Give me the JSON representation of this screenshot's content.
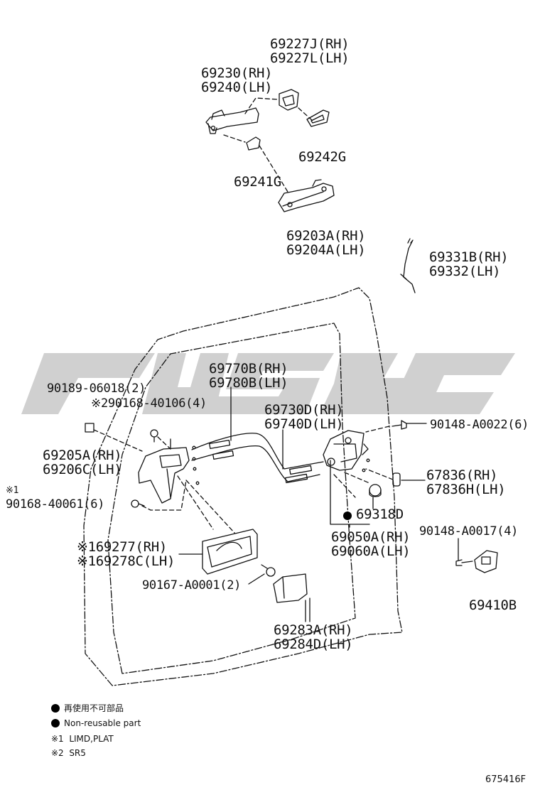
{
  "figure_id": "675416F",
  "watermark_text": "WSGC",
  "callouts": {
    "c69227j": "69227J(RH)",
    "c69227l": "69227L(LH)",
    "c69230": "69230(RH)",
    "c69240": "69240(LH)",
    "c69242g": "69242G",
    "c69241g": "69241G",
    "c69203a": "69203A(RH)",
    "c69204a": "69204A(LH)",
    "c69331b": "69331B(RH)",
    "c69332": "69332(LH)",
    "c69770b": "69770B(RH)",
    "c69780b": "69780B(LH)",
    "c90189": "90189-06018(2)",
    "c90168a": "※290168-40106(4)",
    "c69730d": "69730D(RH)",
    "c69740d": "69740D(LH)",
    "c90148a": "90148-A0022(6)",
    "c69205a": "69205A(RH)",
    "c69206c": "69206C(LH)",
    "c67836": "67836(RH)",
    "c67836h": "67836H(LH)",
    "c90168b_note": "※1",
    "c90168b": "90168-40061(6)",
    "c69318d": "69318D",
    "c69050a": "69050A(RH)",
    "c69060a": "69060A(LH)",
    "c90148b": "90148-A0017(4)",
    "c69277": "※169277(RH)",
    "c69278c": "※169278C(LH)",
    "c90167": "90167-A0001(2)",
    "c69410b": "69410B",
    "c69283a": "69283A(RH)",
    "c69284d": "69284D(LH)"
  },
  "legend": {
    "jp": "再使用不可部品",
    "en": "Non-reusable part",
    "note1": "※1  LIMD,PLAT",
    "note2": "※2  SR5"
  }
}
